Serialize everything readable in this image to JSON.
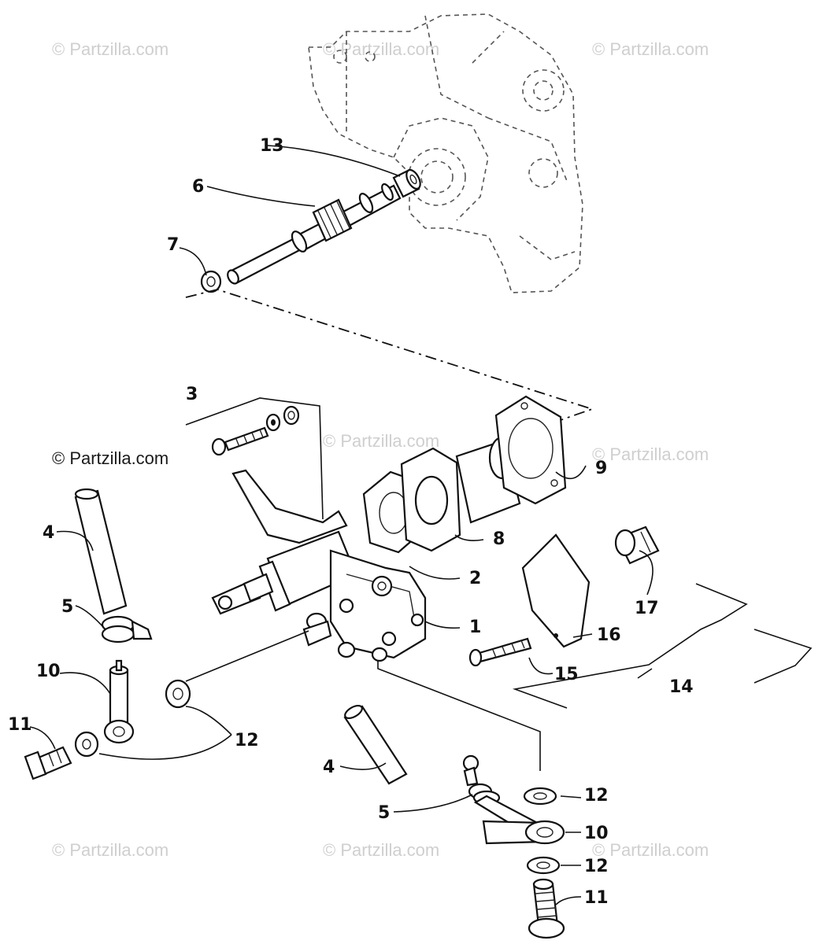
{
  "watermarks": {
    "text": "© Partzilla.com",
    "prominent_text": "© Partzilla.com"
  },
  "callouts": {
    "c1": "1",
    "c2": "2",
    "c3": "3",
    "c4a": "4",
    "c4b": "4",
    "c5a": "5",
    "c5b": "5",
    "c6": "6",
    "c7": "7",
    "c8": "8",
    "c9": "9",
    "c10a": "10",
    "c10b": "10",
    "c11a": "11",
    "c11b": "11",
    "c12a": "12",
    "c12b": "12",
    "c12c": "12",
    "c13": "13",
    "c14": "14",
    "c15": "15",
    "c16": "16",
    "c17": "17"
  }
}
